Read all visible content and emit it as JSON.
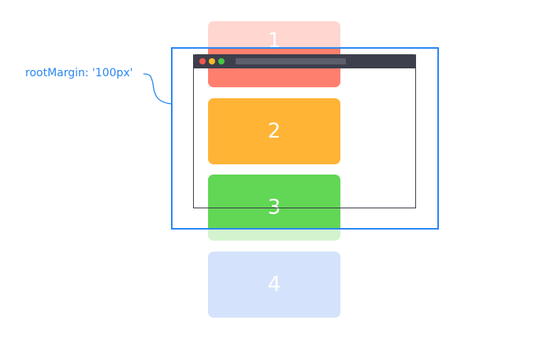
{
  "root_margin_label": "rootMargin: '100px'",
  "cards": [
    {
      "label": "1",
      "color": "#ff7f6e",
      "faded_color": "#ffd6d0",
      "intersecting": "partial"
    },
    {
      "label": "2",
      "color": "#ffb436",
      "intersecting": "full"
    },
    {
      "label": "3",
      "color": "#62d655",
      "faded_color": "#d3f3cf",
      "intersecting": "partial"
    },
    {
      "label": "4",
      "color": "#d4e3fb",
      "intersecting": "none"
    }
  ],
  "colors": {
    "root_margin_frame": "#2b87f2",
    "browser_chrome": "#3d3f4c",
    "address_bar": "#5c5e6b",
    "window_dot_red": "#f2574e",
    "window_dot_yellow": "#f7bb2a",
    "window_dot_green": "#42c845",
    "card_text": "#ffffff"
  }
}
